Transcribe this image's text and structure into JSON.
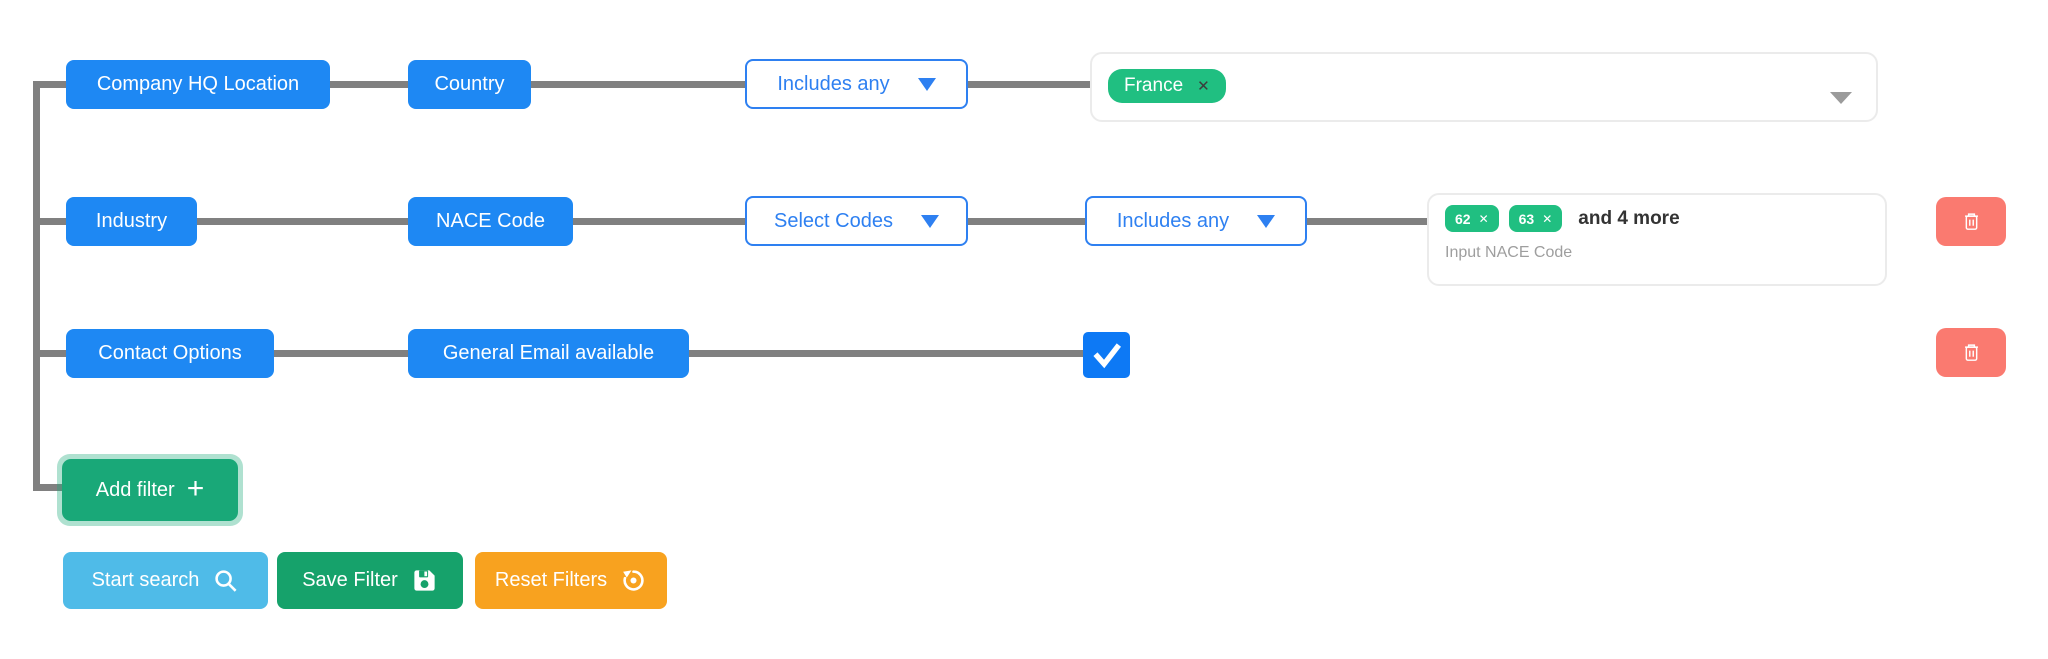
{
  "colors": {
    "button_blue": "#1e88f3",
    "dropdown_blue": "#2e80f1",
    "tag_green": "#20bf81",
    "add_filter_green": "#19a878",
    "save_green": "#16a26b",
    "search_sky_blue": "#4fbbe8",
    "reset_orange": "#f8a21f",
    "delete_red": "#fa7a70",
    "connector_gray": "#808080"
  },
  "rows": [
    {
      "category": "Company HQ Location",
      "attribute": "Country",
      "operator": "Includes any",
      "selected_values": [
        {
          "label": "France",
          "remove": "✕"
        }
      ]
    },
    {
      "category": "Industry",
      "attribute": "NACE Code",
      "code_selector": "Select Codes",
      "operator": "Includes any",
      "tags": [
        {
          "label": "62",
          "remove": "✕"
        },
        {
          "label": "63",
          "remove": "✕"
        }
      ],
      "more_text": "and 4 more",
      "input_placeholder": "Input NACE Code"
    },
    {
      "category": "Contact Options",
      "attribute": "General Email available",
      "checked": true
    }
  ],
  "add_filter": {
    "label": "Add filter",
    "plus_icon": "+"
  },
  "actions": {
    "start_search": "Start search",
    "save_filter": "Save Filter",
    "reset_filters": "Reset Filters"
  }
}
